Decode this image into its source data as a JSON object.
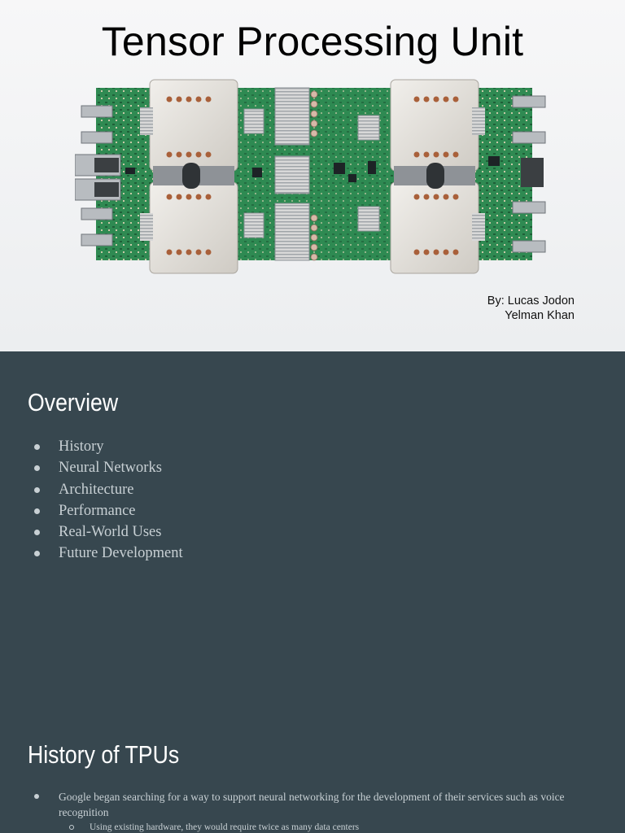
{
  "slide1": {
    "title": "Tensor Processing Unit",
    "author_line1": "By: Lucas Jodon",
    "author_line2": "Yelman Khan"
  },
  "slide2": {
    "heading": "Overview",
    "items": [
      "History",
      "Neural Networks",
      "Architecture",
      "Performance",
      "Real-World Uses",
      "Future Development"
    ]
  },
  "slide3": {
    "heading": "History of TPUs",
    "bullet1": "Google began searching for a way to support neural networking for the development of their services such as voice recognition",
    "sub1": "Using existing hardware, they would require twice as many data centers"
  },
  "colors": {
    "dark_slide_bg": "#37474f",
    "pcb_green": "#2f8a52",
    "heatsink_white": "#e4e2de"
  }
}
